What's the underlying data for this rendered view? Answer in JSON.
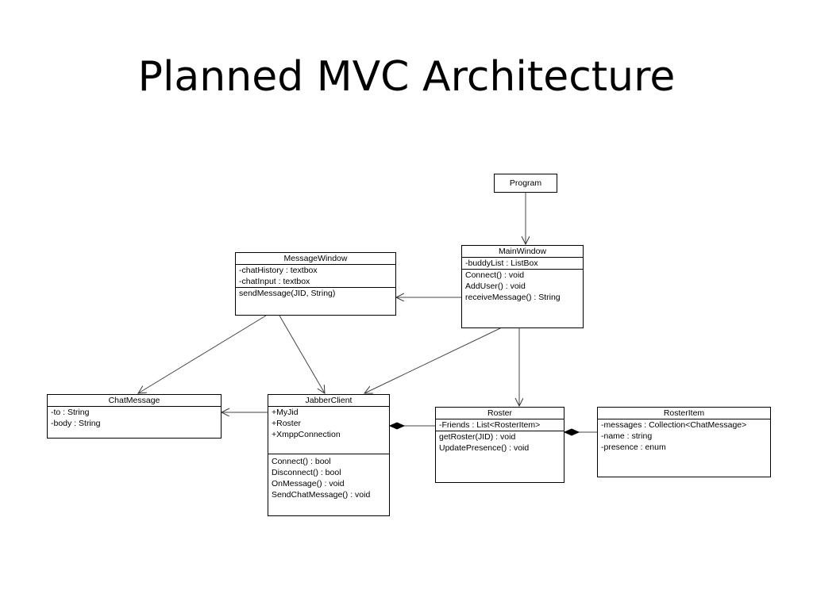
{
  "title": "Planned MVC Architecture",
  "classes": {
    "program": {
      "name": "Program"
    },
    "main_window": {
      "name": "MainWindow",
      "attributes": [
        "-buddyList : ListBox"
      ],
      "methods": [
        "Connect() : void",
        "AddUser() : void",
        "receiveMessage() : String"
      ]
    },
    "message_window": {
      "name": "MessageWindow",
      "attributes": [
        "-chatHistory : textbox",
        "-chatInput : textbox"
      ],
      "methods": [
        "sendMessage(JID, String)"
      ]
    },
    "chat_message": {
      "name": "ChatMessage",
      "attributes": [
        "-to : String",
        "-body : String"
      ],
      "methods": []
    },
    "jabber_client": {
      "name": "JabberClient",
      "attributes": [
        "+MyJid",
        "+Roster",
        "+XmppConnection"
      ],
      "methods": [
        "Connect() : bool",
        "Disconnect() : bool",
        "OnMessage() : void",
        "SendChatMessage() : void"
      ]
    },
    "roster": {
      "name": "Roster",
      "attributes": [
        "-Friends : List<RosterItem>"
      ],
      "methods": [
        "getRoster(JID) : void",
        "UpdatePresence() : void"
      ]
    },
    "roster_item": {
      "name": "RosterItem",
      "attributes": [
        "-messages : Collection<ChatMessage>",
        "-name : string",
        "-presence : enum"
      ]
    }
  }
}
